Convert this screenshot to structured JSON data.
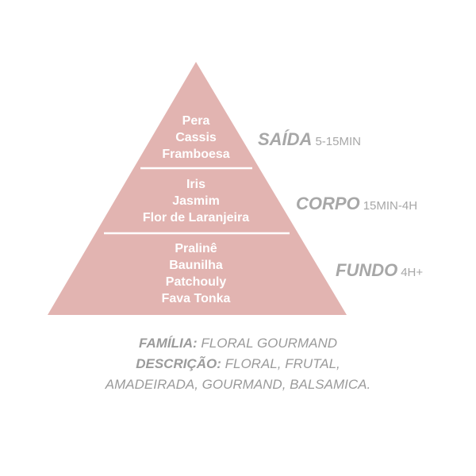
{
  "colors": {
    "pyramid_fill": "#e2b4b1",
    "divider": "#ffffff",
    "label": "#a7a7a7",
    "info_text": "#9b9b9b"
  },
  "tiers": [
    {
      "notes": [
        "Pera",
        "Cassis",
        "Framboesa"
      ],
      "name": "SAÍDA",
      "time": "5-15MIN"
    },
    {
      "notes": [
        "Iris",
        "Jasmim",
        "Flor de Laranjeira"
      ],
      "name": "CORPO",
      "time": "15MIN-4H"
    },
    {
      "notes": [
        "Pralinê",
        "Baunilha",
        "Patchouly",
        "Fava Tonka"
      ],
      "name": "FUNDO",
      "time": "4H+"
    }
  ],
  "info": {
    "familia_label": "FAMÍLIA:",
    "familia_value": "FLORAL GOURMAND",
    "descricao_label": "DESCRIÇÃO:",
    "descricao_value_line1": "FLORAL, FRUTAL,",
    "descricao_value_line2": "AMADEIRADA, GOURMAND, BALSAMICA."
  }
}
